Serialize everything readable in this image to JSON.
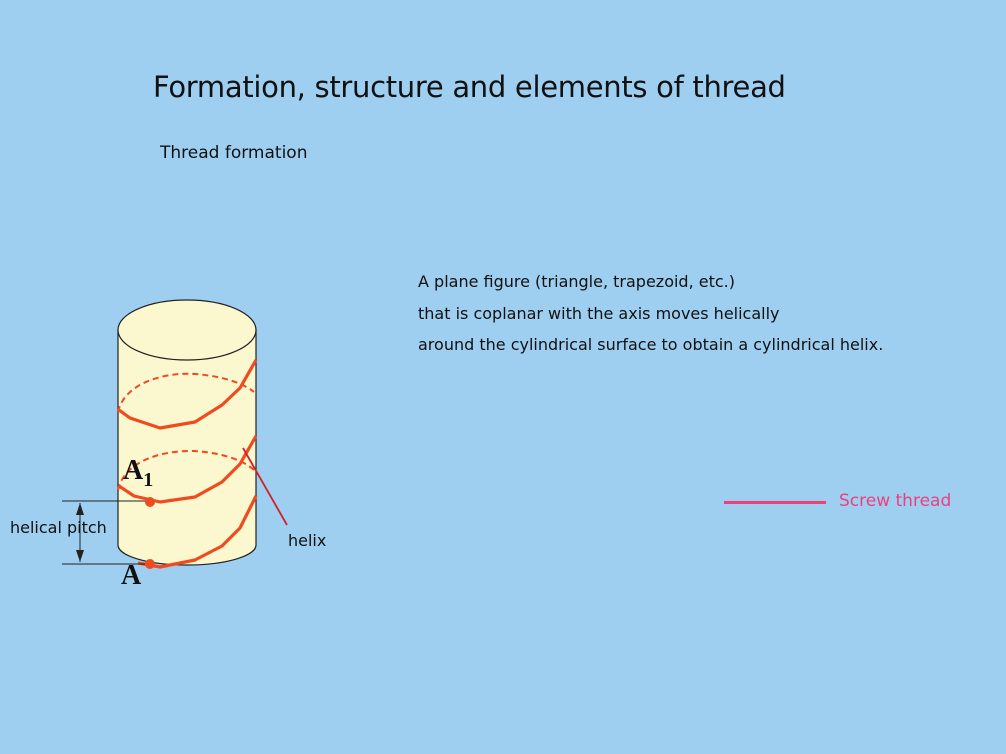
{
  "slide": {
    "title": "Formation, structure and elements of thread",
    "subtitle": "Thread formation",
    "description": [
      "A plane figure (triangle, trapezoid, etc.)",
      "that is coplanar with the axis moves helically",
      "around the cylindrical surface to obtain a cylindrical helix."
    ]
  },
  "diagram": {
    "point_upper_label": "A",
    "point_upper_subscript": "1",
    "point_lower_label": "A",
    "pitch_label": "helical pitch",
    "helix_label": "helix"
  },
  "legend": {
    "screw_thread_label": "Screw thread",
    "screw_thread_color": "#ee3f7d"
  },
  "colors": {
    "background": "#9fcff0",
    "cylinder_fill": "#fbf8cf",
    "helix": "#f04a1f"
  }
}
